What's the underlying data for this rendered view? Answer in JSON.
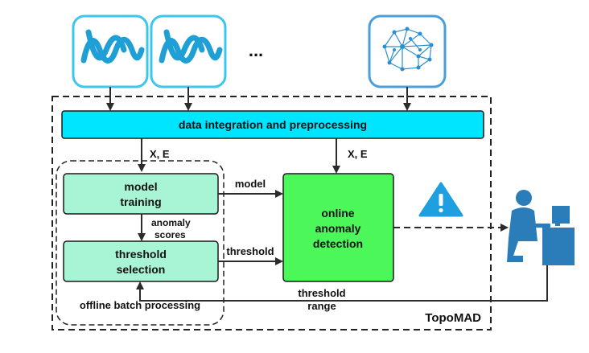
{
  "ellipsis": "...",
  "preprocess": {
    "label": "data integration and preprocessing"
  },
  "edges": {
    "xe_left": "X, E",
    "xe_right": "X, E",
    "model": "model",
    "anomaly_line1": "anomaly",
    "anomaly_line2": "scores",
    "threshold": "threshold",
    "range_line1": "threshold",
    "range_line2": "range"
  },
  "model_training": {
    "line1": "model",
    "line2": "training"
  },
  "threshold_selection": {
    "line1": "threshold",
    "line2": "selection"
  },
  "online": {
    "line1": "online",
    "line2": "anomaly",
    "line3": "detection"
  },
  "offline_group": {
    "label": "offline batch processing"
  },
  "system": {
    "label": "TopoMAD"
  },
  "colors": {
    "source_border": "#3cc6ee",
    "source_icon": "#1e9fd6",
    "topology_border": "#4a9fd8",
    "preprocess_fill": "#00e5ff",
    "offline_fill": "#a8f5d6",
    "online_fill": "#4cf75a",
    "warning": "#1ea0e0",
    "user": "#2a7db8"
  },
  "icons": {
    "source1": "waveform-icon",
    "source2": "waveform-icon",
    "topology": "network-graph-icon",
    "alert": "warning-icon",
    "operator": "operator-at-computer-icon"
  }
}
